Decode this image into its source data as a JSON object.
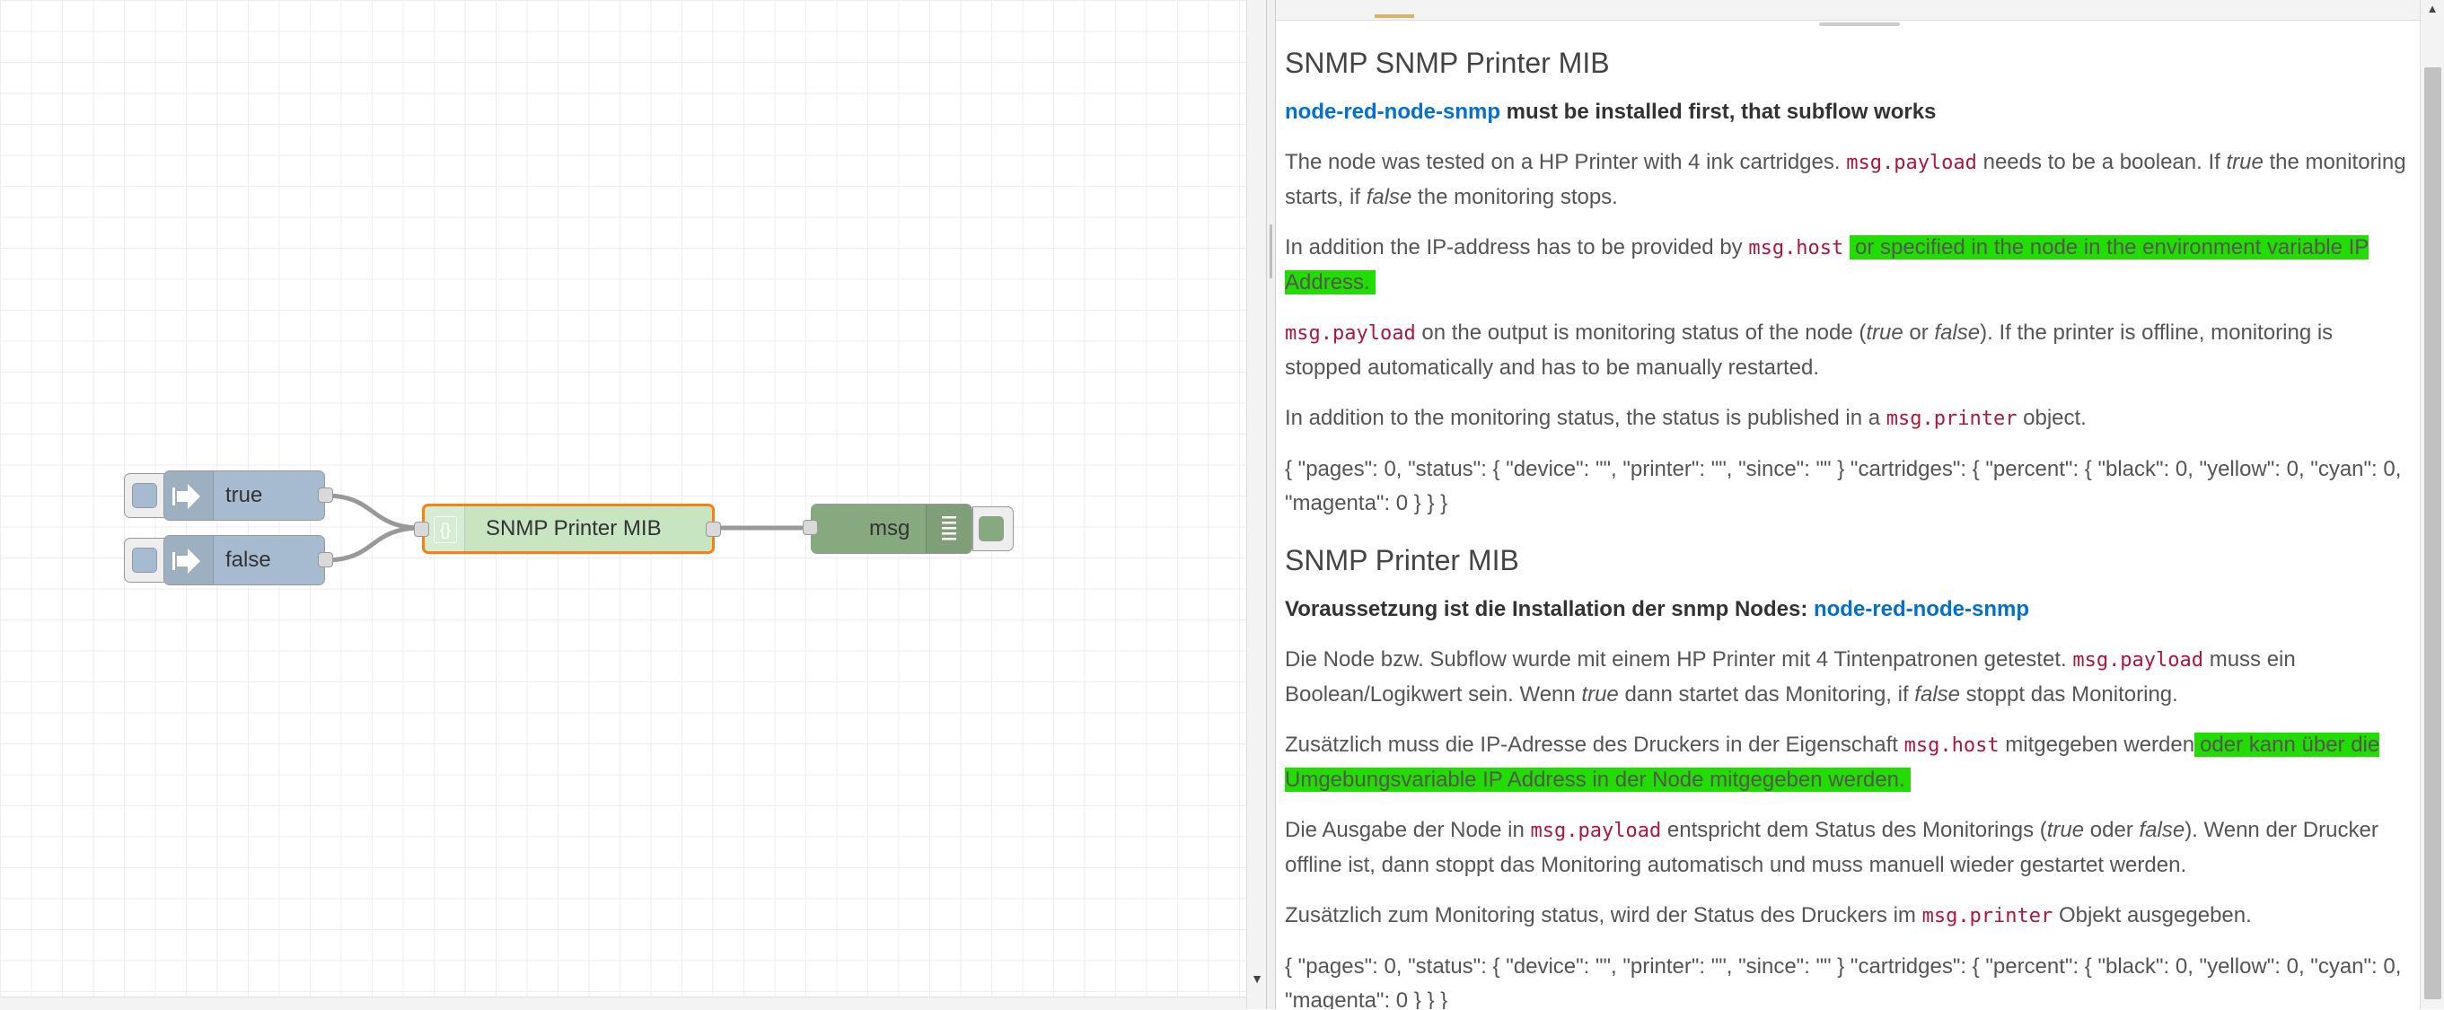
{
  "flow": {
    "nodes": [
      {
        "id": "inject-true",
        "label": "true",
        "color": "#a6bbcf"
      },
      {
        "id": "inject-false",
        "label": "false",
        "color": "#a6bbcf"
      },
      {
        "id": "subflow-snmp",
        "label": "SNMP Printer MIB",
        "color": "#c6e5c0",
        "border": "#ff7f0e"
      },
      {
        "id": "debug-msg",
        "label": "msg",
        "color": "#87a980"
      }
    ]
  },
  "help": {
    "en": {
      "title": "SNMP SNMP Printer MIB",
      "prereq_link": "node-red-node-snmp",
      "prereq_text": " must be installed first, that subflow works",
      "p1_a": "The node was tested on a HP Printer with 4 ink cartridges. ",
      "p1_code": "msg.payload",
      "p1_b": " needs to be a boolean. If ",
      "p1_em1": "true",
      "p1_c": " the monitoring starts, if ",
      "p1_em2": "false",
      "p1_d": " the monitoring stops.",
      "p2_a": "In addition the IP-address has to be provided by ",
      "p2_code": "msg.host",
      "p2_mark": "or specified in the node in the environment variable IP Address.",
      "p3_code": "msg.payload",
      "p3_a": " on the output is monitoring status of the node (",
      "p3_em1": "true",
      "p3_b": " or ",
      "p3_em2": "false",
      "p3_c": "). If the printer is offline, monitoring is stopped automatically and has to be manually restarted.",
      "p4_a": "In addition to the monitoring status, the status is published in a ",
      "p4_code": "msg.printer",
      "p4_b": " object.",
      "p5": "{ \"pages\": 0, \"status\": { \"device\": \"\", \"printer\": \"\", \"since\": \"\" } \"cartridges\": { \"percent\": { \"black\": 0, \"yellow\": 0, \"cyan\": 0, \"magenta\": 0 } } }"
    },
    "de": {
      "title": "SNMP Printer MIB",
      "prereq_text": "Voraussetzung ist die Installation der snmp Nodes: ",
      "prereq_link": "node-red-node-snmp",
      "p1_a": "Die Node bzw. Subflow wurde mit einem HP Printer mit 4 Tintenpatronen getestet. ",
      "p1_code": "msg.payload",
      "p1_b": " muss ein Boolean/Logikwert sein. Wenn ",
      "p1_em1": "true",
      "p1_c": " dann startet das Monitoring, if ",
      "p1_em2": "false",
      "p1_d": " stoppt das Monitoring.",
      "p2_a": "Zusätzlich muss die IP-Adresse des Druckers in der Eigenschaft ",
      "p2_code": "msg.host",
      "p2_b": " mitgegeben werden",
      "p2_mark": "oder kann über die Umgebungsvariable IP Address in der Node mitgegeben werden.",
      "p3_a": "Die Ausgabe der Node in ",
      "p3_code": "msg.payload",
      "p3_b": " entspricht dem Status des Monitorings (",
      "p3_em1": "true",
      "p3_c": " oder ",
      "p3_em2": "false",
      "p3_d": "). Wenn der Drucker offline ist, dann stoppt das Monitoring automatisch und muss manuell wieder gestartet werden.",
      "p4_a": "Zusätzlich zum Monitoring status, wird der Status des Druckers im ",
      "p4_code": "msg.printer",
      "p4_b": " Objekt ausgegeben.",
      "p5": "{ \"pages\": 0, \"status\": { \"device\": \"\", \"printer\": \"\", \"since\": \"\" } \"cartridges\": { \"percent\": { \"black\": 0, \"yellow\": 0, \"cyan\": 0, \"magenta\": 0 } } }"
    }
  }
}
